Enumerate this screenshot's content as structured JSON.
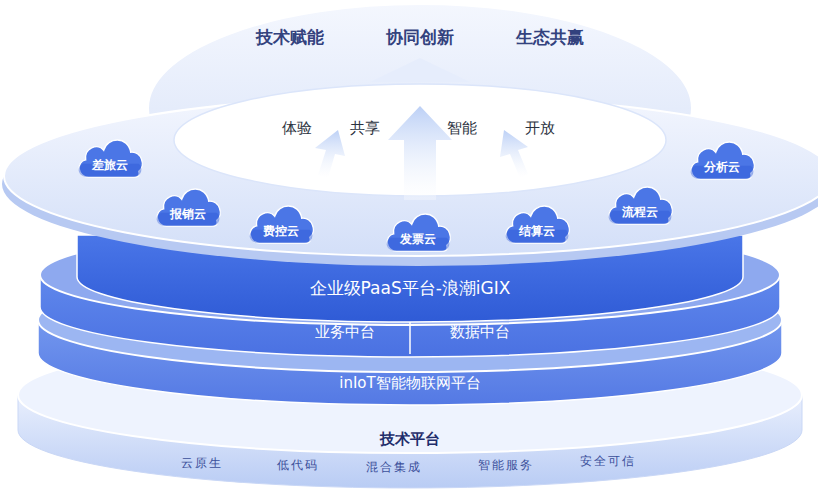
{
  "diagram": {
    "nodes": [
      {
        "text": [
          "技术赋能",
          "协同创新",
          "生态共赢"
        ]
      },
      {
        "text": [
          "体验",
          "共享",
          "智能",
          "开放"
        ]
      },
      {
        "text": [
          "差旅云"
        ]
      },
      {
        "text": [
          "分析云"
        ]
      },
      {
        "text": [
          "报销云"
        ]
      },
      {
        "text": [
          "费控云"
        ]
      },
      {
        "text": [
          "发票云"
        ]
      },
      {
        "text": [
          "结算云"
        ]
      },
      {
        "text": [
          "流程云"
        ]
      },
      {
        "text": [
          "企业级PaaS平台-浪潮iGIX"
        ]
      },
      {
        "text": [
          "业务中台"
        ]
      },
      {
        "text": [
          "数据中台"
        ]
      },
      {
        "text": [
          "inIoT智能物联网平台"
        ]
      },
      {
        "text": [
          "技术平台",
          "云原生",
          "低代码",
          "混合集成",
          "智能服务",
          "安全可信"
        ]
      }
    ]
  }
}
